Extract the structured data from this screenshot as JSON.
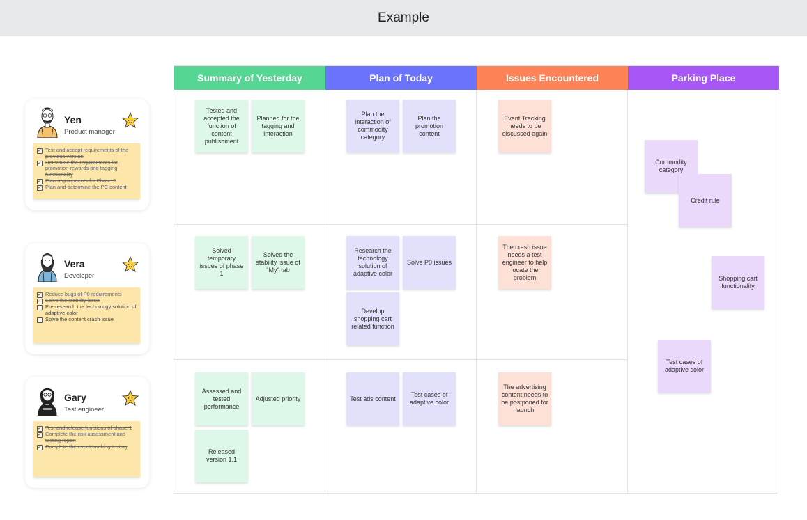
{
  "header": {
    "title": "Example"
  },
  "colors": {
    "col1": "#55d693",
    "col2": "#6b72fb",
    "col3": "#fe8457",
    "col4": "#a657f5"
  },
  "icons": {
    "star": "star-face-icon"
  },
  "people": [
    {
      "name": "Yen",
      "role": "Product manager",
      "todos": [
        {
          "text": "Test and accept requirements of the previous version",
          "done": true
        },
        {
          "text": "Determine the requirements for promotion rewards and tagging functionality",
          "done": true
        },
        {
          "text": "Plan requirements for Phase 2",
          "done": true
        },
        {
          "text": "Plan and determine the PC content",
          "done": true
        }
      ]
    },
    {
      "name": "Vera",
      "role": "Developer",
      "todos": [
        {
          "text": "Reduce bugs of P0 requirements",
          "done": true
        },
        {
          "text": "Solve the stability issue",
          "done": true
        },
        {
          "text": "Pre-research the technology solution of adaptive color",
          "done": false
        },
        {
          "text": "Solve the content crash issue",
          "done": false
        }
      ]
    },
    {
      "name": "Gary",
      "role": "Test engineer",
      "todos": [
        {
          "text": "Test and release functions of phase 1",
          "done": true
        },
        {
          "text": "Complete the risk assessment and testing report",
          "done": true
        },
        {
          "text": "Complete the event tracking testing",
          "done": true
        }
      ]
    }
  ],
  "board": {
    "columns": [
      "Summary of Yesterday",
      "Plan of Today",
      "Issues Encountered",
      "Parking Place"
    ],
    "notes": {
      "yen_summary_1": "Tested and accepted the function of content publishment",
      "yen_summary_2": "Planned for the tagging and interaction",
      "yen_plan_1": "Plan the interaction of commodity category",
      "yen_plan_2": "Plan the promotion content",
      "yen_issue_1": "Event Tracking needs to be discussed again",
      "vera_summary_1": "Solved temporary issues of phase 1",
      "vera_summary_2": "Solved the stability issue of \"My\" tab",
      "vera_plan_1": "Research the technology solution of adaptive color",
      "vera_plan_2": "Solve P0 issues",
      "vera_plan_3": "Develop shopping cart related function",
      "vera_issue_1": "The crash issue needs a test engineer to help locate the problem",
      "gary_summary_1": "Assessed and tested performance",
      "gary_summary_2": "Adjusted priority",
      "gary_summary_3": "Released version 1.1",
      "gary_plan_1": "Test ads content",
      "gary_plan_2": "Test cases of adaptive color",
      "gary_issue_1": "The advertising content needs to be postponed for launch",
      "parking_1": "Commodity category",
      "parking_2": "Credit rule",
      "parking_3": "Shopping cart functionality",
      "parking_4": "Test cases of adaptive color"
    }
  }
}
